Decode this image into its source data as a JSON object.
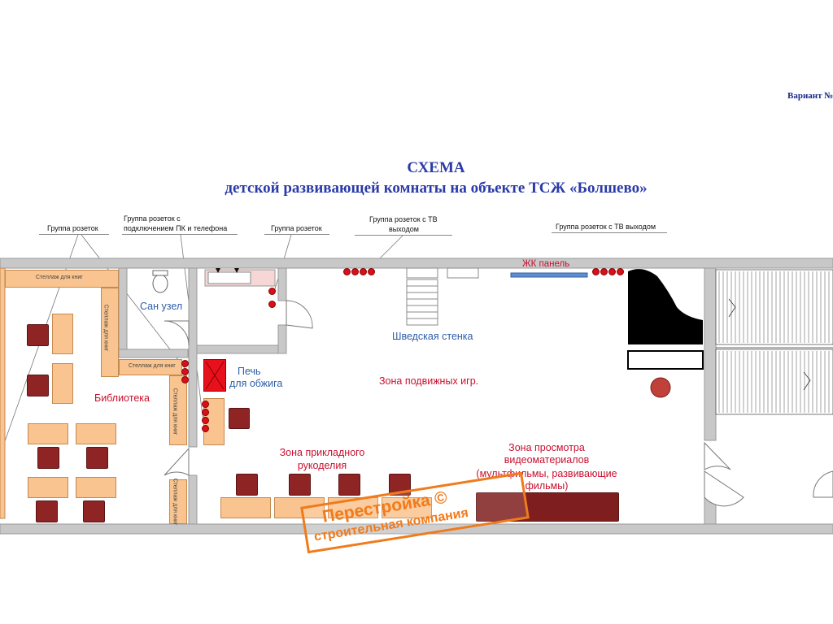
{
  "header": {
    "variant": "Вариант №",
    "title": "СХЕМА",
    "subtitle": "детской развивающей комнаты на объекте ТСЖ «Болшево»"
  },
  "callouts": {
    "sockets_1": "Группа розеток",
    "sockets_pc_1": "Группа розеток с",
    "sockets_pc_2": "подключением ПК и телефона",
    "sockets_2": "Группа розеток",
    "sockets_tv_1a": "Группа розеток с ТВ",
    "sockets_tv_1b": "выходом",
    "sockets_tv_2": "Группа розеток с ТВ выходом"
  },
  "rooms": {
    "bathroom": "Сан узел",
    "kiln_1": "Печь",
    "kiln_2": "для обжига",
    "library": "Библиотека",
    "wall_bars": "Шведская стенка",
    "lcd_panel": "ЖК панель",
    "active_games": "Зона подвижных игр.",
    "crafts_1": "Зона прикладного",
    "crafts_2": "рукоделия",
    "video_1": "Зона просмотра",
    "video_2": "видеоматериалов",
    "video_3": "(мультфильмы, развивающие",
    "video_4": "фильмы)"
  },
  "shelves": {
    "top": "Стеллаж для книг",
    "vertical_1": "Стеллаж для книг",
    "middle": "Стеллаж для книг",
    "vertical_2": "Стеллаж для книг",
    "vertical_3": "Стеллаж для книг"
  },
  "watermark": {
    "line1": "Перестройка ©",
    "line2": "строительная компания"
  },
  "colors": {
    "wall": "#c8c8c8",
    "furniture": "#f9c48f",
    "chair": "#8e2424",
    "socket": "#d7101a",
    "title": "#2a3aa8",
    "zone_label": "#c8102e",
    "room_label": "#2d5ea8",
    "watermark": "#f07b1c"
  }
}
